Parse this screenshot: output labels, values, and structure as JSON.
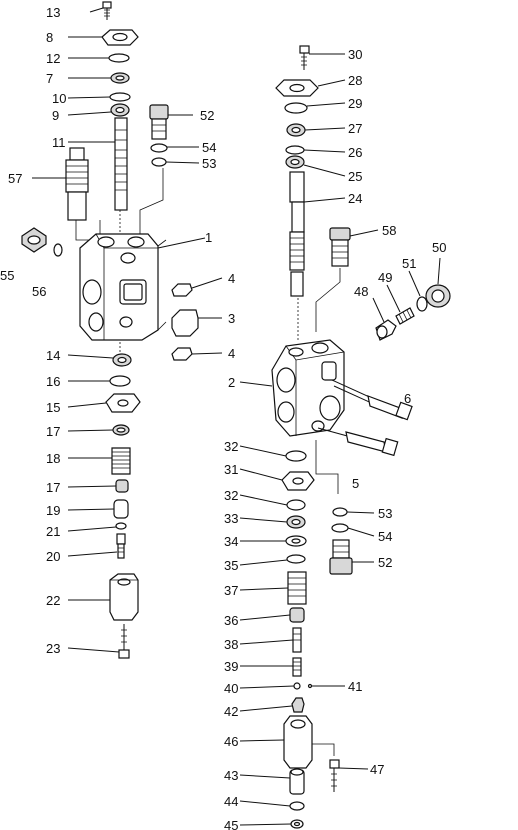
{
  "diagram": {
    "labels": [
      "1",
      "2",
      "3",
      "4",
      "4",
      "5",
      "6",
      "7",
      "8",
      "9",
      "10",
      "11",
      "12",
      "13",
      "14",
      "15",
      "16",
      "17",
      "17",
      "18",
      "19",
      "20",
      "21",
      "22",
      "23",
      "24",
      "25",
      "26",
      "27",
      "28",
      "29",
      "30",
      "31",
      "32",
      "32",
      "33",
      "34",
      "35",
      "36",
      "37",
      "38",
      "39",
      "40",
      "41",
      "42",
      "43",
      "44",
      "45",
      "46",
      "47",
      "48",
      "49",
      "50",
      "51",
      "52",
      "52",
      "53",
      "53",
      "54",
      "54",
      "55",
      "56",
      "57",
      "58"
    ]
  }
}
